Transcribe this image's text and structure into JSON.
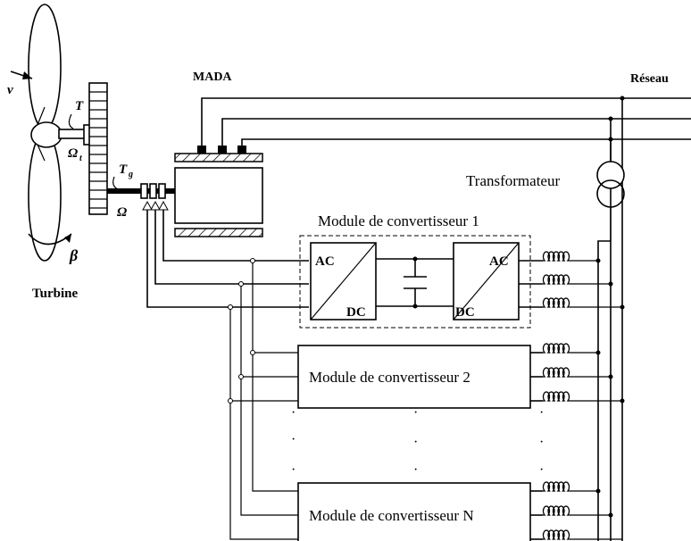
{
  "labels": {
    "mada": "MADA",
    "reseau": "Réseau",
    "transformer": "Transformateur",
    "turbine": "Turbine",
    "module1": "Module de convertisseur 1",
    "module2": "Module de convertisseur 2",
    "moduleN": "Module de convertisseur N"
  },
  "converter": {
    "ac_left": "AC",
    "dc_left": "DC",
    "ac_right": "AC",
    "dc_right": "DC"
  },
  "symbols": {
    "wind": "v",
    "torque_turbine": "T",
    "speed_turbine": "Ω",
    "speed_turbine_sub": "t",
    "torque_gen": "T",
    "torque_gen_sub": "g",
    "speed_gen": "Ω",
    "pitch": "β"
  },
  "ellipsis": "·"
}
